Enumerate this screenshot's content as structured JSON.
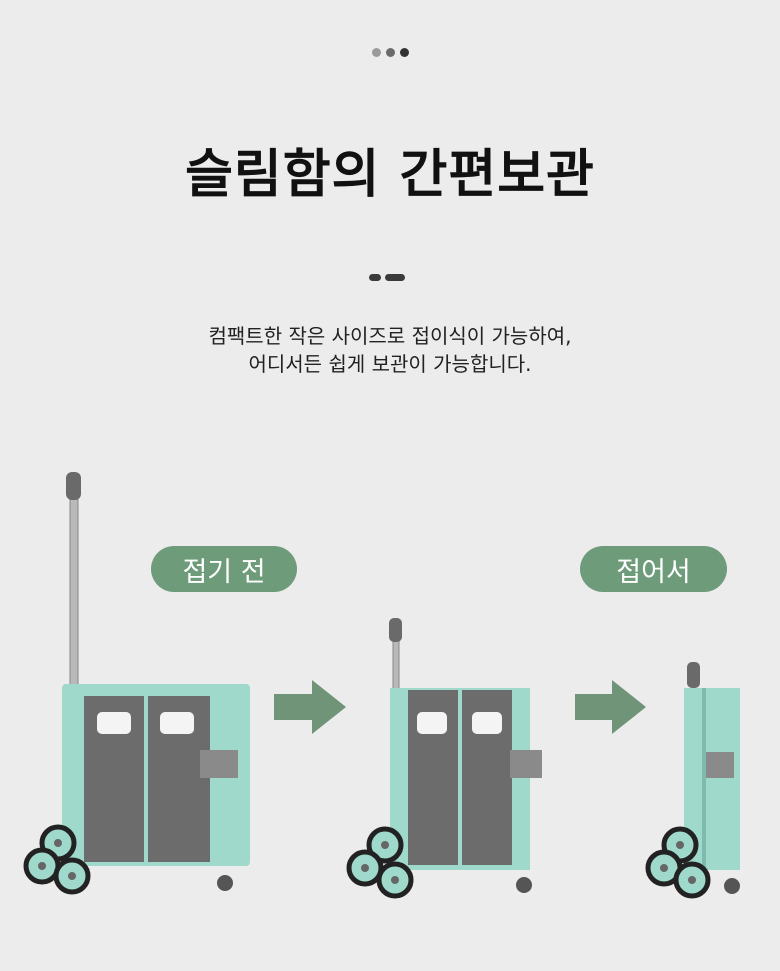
{
  "indicator": {
    "dots": [
      "#9a9a9a",
      "#6a6a6a",
      "#333333"
    ]
  },
  "title": "슬림함의 간편보관",
  "description": {
    "line1": "컴팩트한 작은 사이즈로 접이식이 가능하여,",
    "line2": "어디서든 쉽게 보관이 가능합니다."
  },
  "labels": {
    "before": "접기 전",
    "after": "접어서"
  },
  "colors": {
    "pill": "#6e9b7a",
    "arrow": "#6f9478",
    "cart_body": "#9fd9cc",
    "panel": "#6c6c6c",
    "background": "#ececec"
  }
}
